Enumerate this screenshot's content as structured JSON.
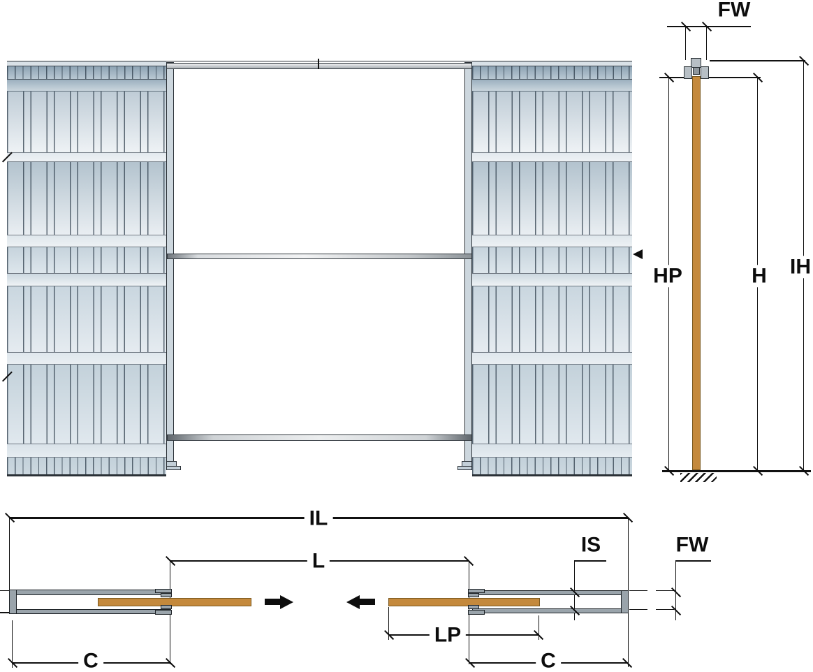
{
  "drawing": {
    "type": "pocket-sliding-door-technical-drawing",
    "views": {
      "front_elevation": "double pocket door frame with central opening, top track, middle and bottom spreader rails",
      "side_section": {
        "labels": {
          "fw_top": "FW",
          "hp": "HP",
          "h": "H",
          "ih": "IH"
        }
      },
      "plan_section": {
        "labels": {
          "il": "IL",
          "l": "L",
          "is": "IS",
          "fw_plan": "FW",
          "lp": "LP",
          "c_left": "C",
          "c_right": "C"
        }
      }
    },
    "icons": {
      "left_door_slide_direction": "arrow-right-icon",
      "right_door_slide_direction": "arrow-left-icon",
      "floor_symbol": "ground-hatch-icon"
    },
    "colors": {
      "line": "#111111",
      "door_wood": "#c4893c",
      "door_wood_border": "#7a581f",
      "pocket_blue_dark": "#9db1c0",
      "pocket_blue_light": "#e9eef3",
      "jamb_gray": "#cdd7de",
      "plan_frame_gray": "#9aa4ab",
      "hardware_gray": "#b7bfc5"
    }
  }
}
